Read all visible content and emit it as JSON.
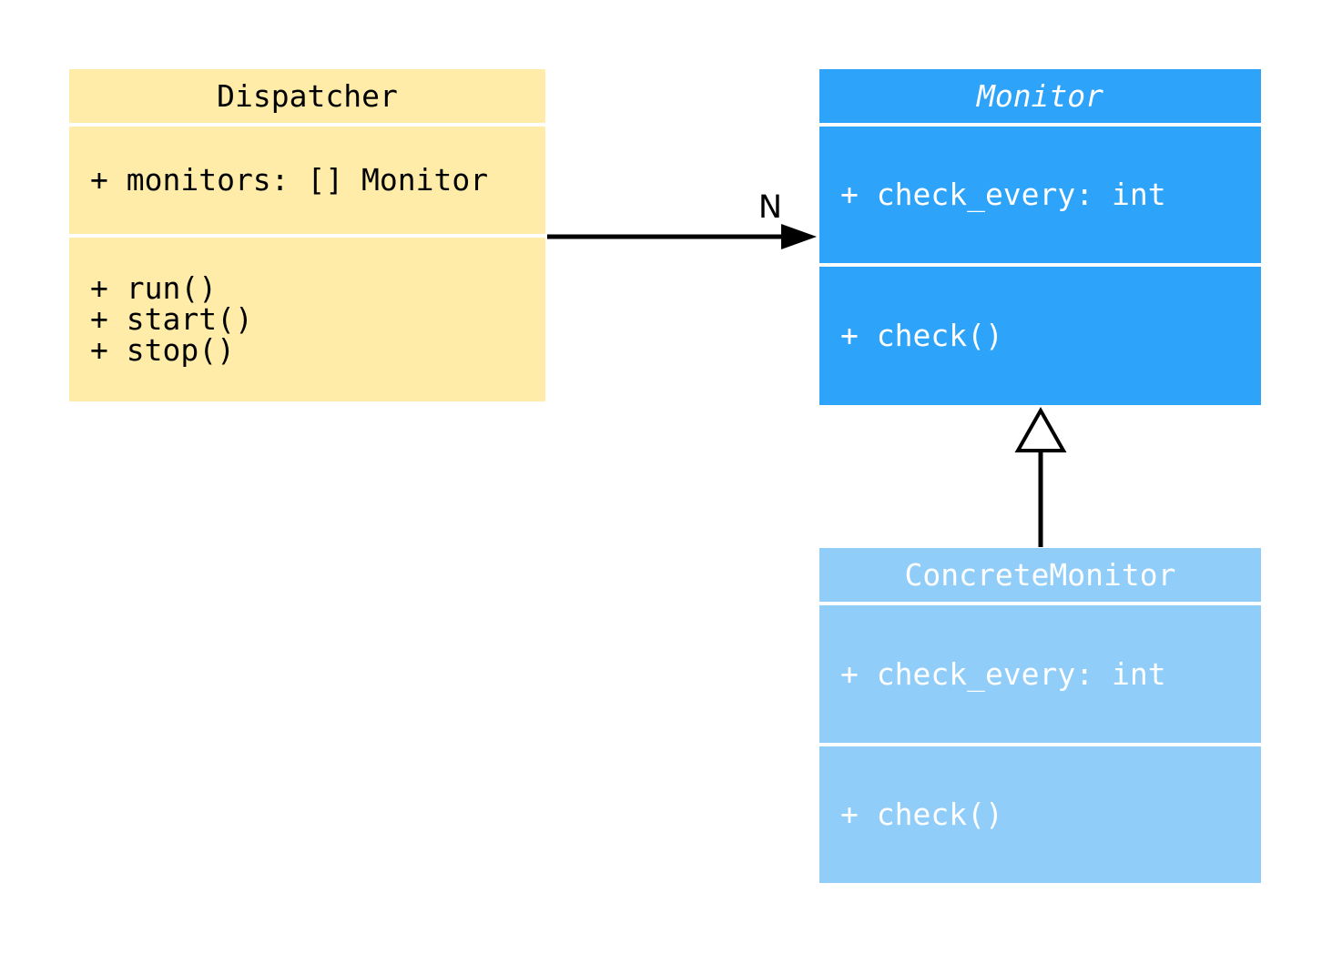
{
  "diagram": {
    "type": "uml-class-diagram",
    "background_color": "#FFFFFF",
    "classes": [
      {
        "name": "Dispatcher",
        "abstract": false,
        "fill_color": "#FFECA9",
        "text_color": "#000000",
        "attributes": [
          "+ monitors: [] Monitor"
        ],
        "methods": [
          "+ run()",
          "+ start()",
          "+ stop()"
        ]
      },
      {
        "name": "Monitor",
        "abstract": true,
        "fill_color": "#2EA3FA",
        "text_color": "#FFFFFF",
        "attributes": [
          "+ check_every: int"
        ],
        "methods": [
          "+ check()"
        ]
      },
      {
        "name": "ConcreteMonitor",
        "abstract": false,
        "fill_color": "#90CDF9",
        "text_color": "#FFFFFF",
        "attributes": [
          "+ check_every: int"
        ],
        "methods": [
          "+ check()"
        ]
      }
    ],
    "relationships": [
      {
        "type": "association",
        "from": "Dispatcher",
        "to": "Monitor",
        "multiplicity_label": "N",
        "line_color": "#000000"
      },
      {
        "type": "inheritance",
        "from": "ConcreteMonitor",
        "to": "Monitor",
        "multiplicity_label": "",
        "line_color": "#000000"
      }
    ]
  }
}
